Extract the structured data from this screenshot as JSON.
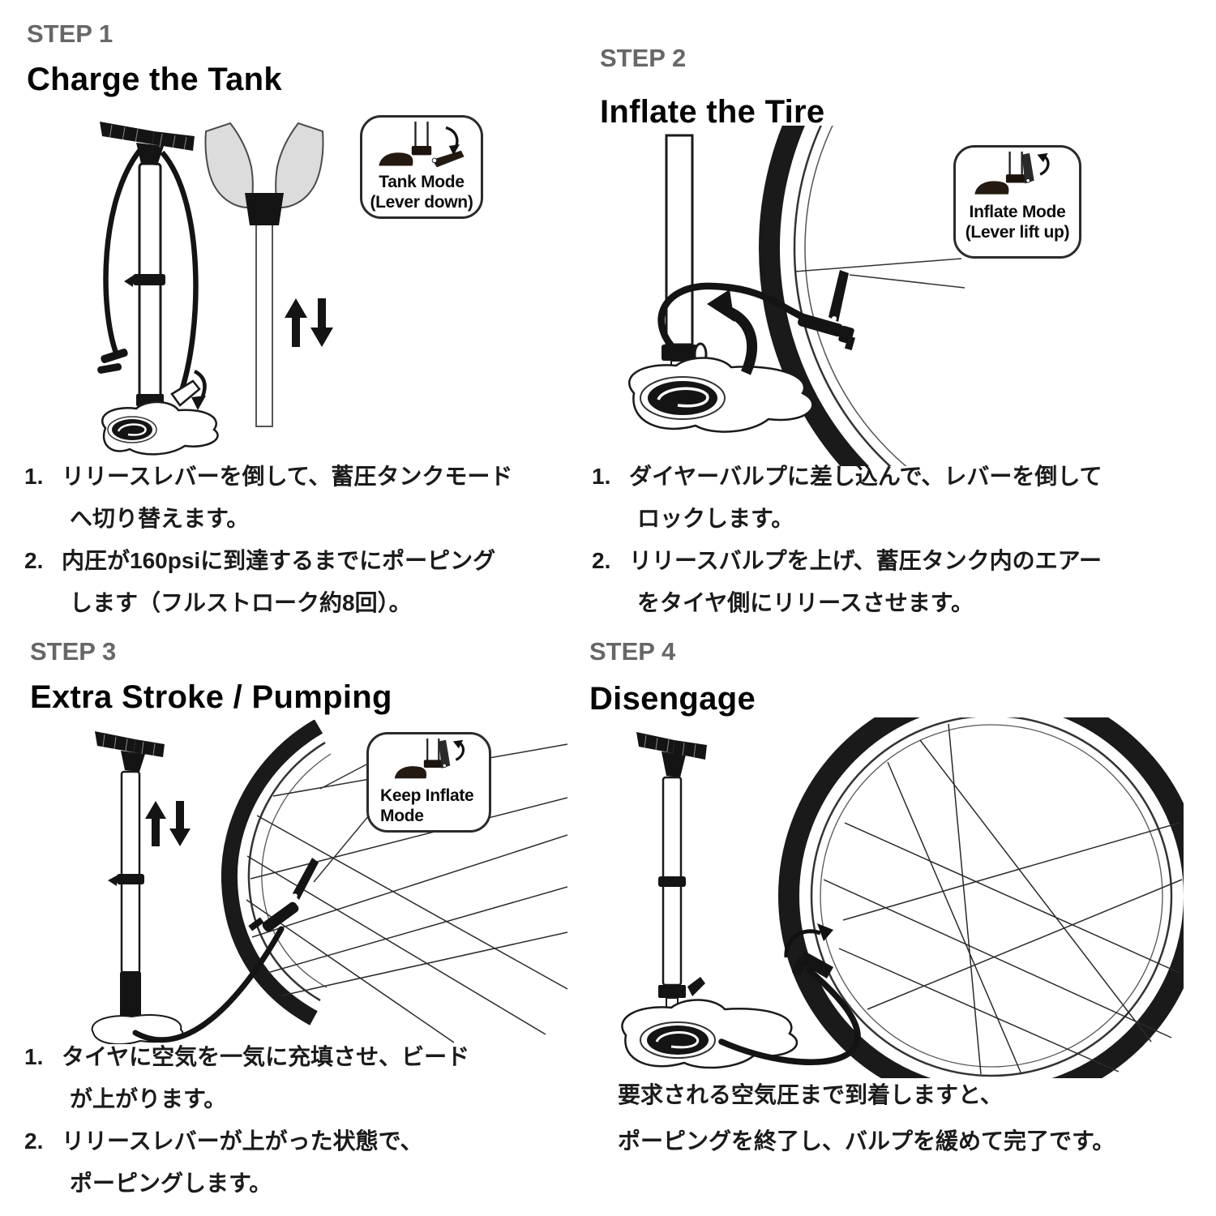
{
  "page": {
    "background": "#ffffff"
  },
  "colors": {
    "step_label": "#676767",
    "title": "#050505",
    "body_text": "#1b1b1b",
    "line_art": "#1a1a1a",
    "hand_fill": "#dcdcdc"
  },
  "icons": {
    "up_down_arrows": "up-down stroke arrows",
    "curved_arrow": "rotation arrow",
    "gauge": "pressure gauge dial",
    "lever": "release lever"
  },
  "steps": [
    {
      "step_label": "STEP 1",
      "title": "Charge the Tank",
      "callout": {
        "line1": "Tank Mode",
        "line2": "(Lever down)"
      },
      "items": [
        {
          "num": "1.",
          "lines": [
            "リリースレバーを倒して、蓄圧タンクモード",
            "へ切り替えます。"
          ]
        },
        {
          "num": "2.",
          "lines": [
            "内圧が160psiに到達するまでにポーピング",
            "します（フルストローク約8回）。"
          ]
        }
      ]
    },
    {
      "step_label": "STEP 2",
      "title": "Inflate the Tire",
      "callout": {
        "line1": "Inflate Mode",
        "line2": "(Lever lift up)"
      },
      "items": [
        {
          "num": "1.",
          "lines": [
            "ダイヤーバルプに差し込んで、レバーを倒して",
            "ロックします。"
          ]
        },
        {
          "num": "2.",
          "lines": [
            "リリースバルプを上げ、蓄圧タンク内のエアー",
            "をタイヤ側にリリースさせます。"
          ]
        }
      ]
    },
    {
      "step_label": "STEP 3",
      "title": "Extra Stroke / Pumping",
      "callout": {
        "line1": "Keep Inflate",
        "line2": "Mode"
      },
      "items": [
        {
          "num": "1.",
          "lines": [
            "タイヤに空気を一気に充填させ、ビード",
            "が上がります。"
          ]
        },
        {
          "num": "2.",
          "lines": [
            "リリースレバーが上がった状態で、",
            "ポーピングします。"
          ]
        }
      ]
    },
    {
      "step_label": "STEP 4",
      "title": "Disengage",
      "paragraph": [
        "要求される空気圧まで到着しますと、",
        "ポーピングを終了し、バルプを緩めて完了です。"
      ]
    }
  ]
}
